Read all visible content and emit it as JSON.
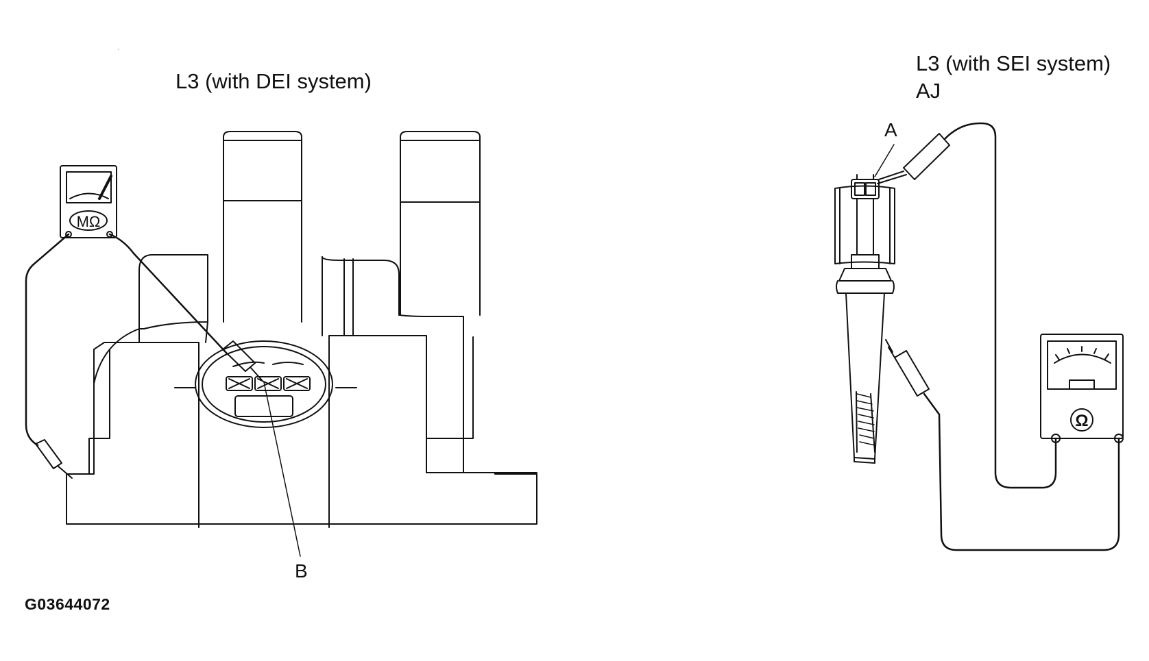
{
  "left_panel": {
    "title": "L3 (with DEI system)",
    "meter_unit": "MΩ",
    "callout": "B"
  },
  "right_panel": {
    "title_line1": "L3 (with SEI system)",
    "title_line2": "AJ",
    "meter_unit": "Ω",
    "callout": "A"
  },
  "figure_id": "G03644072",
  "colors": {
    "ink": "#111111",
    "paper": "#ffffff"
  }
}
